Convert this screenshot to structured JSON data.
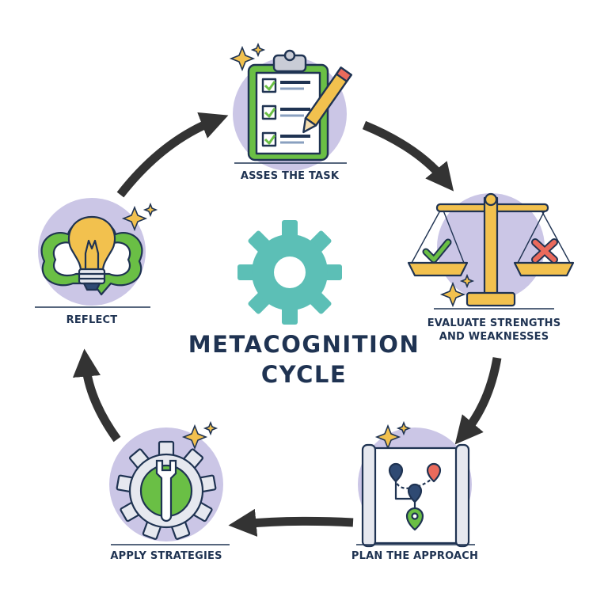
{
  "title": {
    "line1": "METACOGNITION",
    "line2": "CYCLE"
  },
  "steps": [
    {
      "label": "ASSES THE TASK",
      "icon": "clipboard-checklist-icon"
    },
    {
      "label_line1": "EVALUATE STRENGTHS",
      "label_line2": "AND WEAKNESSES",
      "icon": "balance-scale-icon"
    },
    {
      "label": "PLAN THE APPROACH",
      "icon": "map-plan-icon"
    },
    {
      "label": "APPLY STRATEGIES",
      "icon": "gear-wrench-icon"
    },
    {
      "label": "REFLECT",
      "icon": "lightbulb-icon"
    }
  ],
  "center_icon": "gear-icon",
  "colors": {
    "navy": "#1f3352",
    "lavender": "#cbc6e6",
    "green": "#6abf45",
    "teal": "#5cbfb6",
    "gold": "#f2c14e",
    "red": "#ea6a5c",
    "arrow": "#333333"
  }
}
